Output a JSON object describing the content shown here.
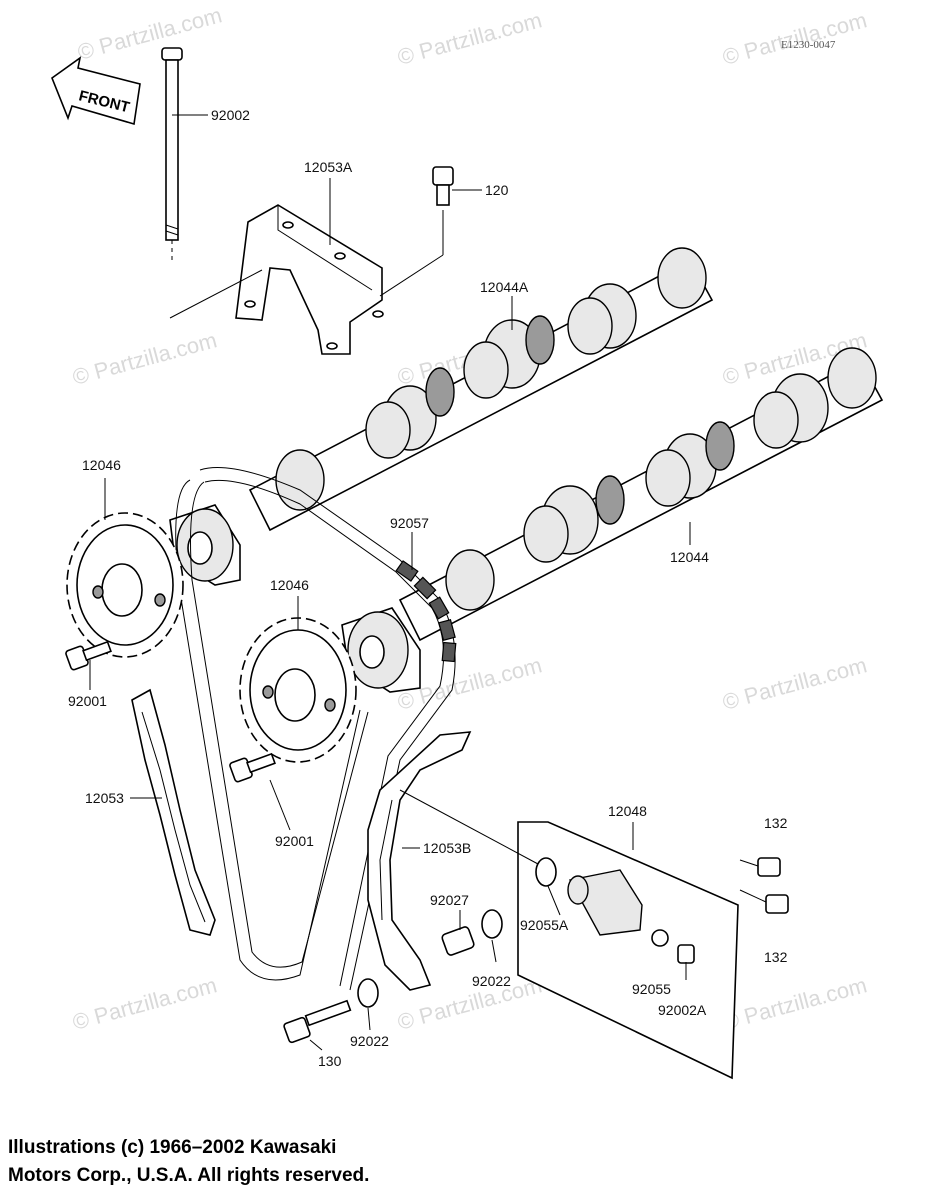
{
  "diagram_code": "E1230-0047",
  "front_label": "FRONT",
  "watermark": "© Partzilla.com",
  "labels": {
    "p92002": "92002",
    "p12053A": "12053A",
    "p120": "120",
    "p12044A": "12044A",
    "p12046_top": "12046",
    "p92057": "92057",
    "p12044": "12044",
    "p12046_mid": "12046",
    "p92001_left": "92001",
    "p92001_mid": "92001",
    "p12053": "12053",
    "p12048": "12048",
    "p132_top": "132",
    "p12053B": "12053B",
    "p92027": "92027",
    "p92055A": "92055A",
    "p132_bottom": "132",
    "p92022_right": "92022",
    "p92055": "92055",
    "p92002A": "92002A",
    "p92022_bottom": "92022",
    "p130": "130"
  },
  "copyright": {
    "line1": "Illustrations (c) 1966–2002 Kawasaki",
    "line2": "Motors Corp., U.S.A.  All rights reserved."
  }
}
